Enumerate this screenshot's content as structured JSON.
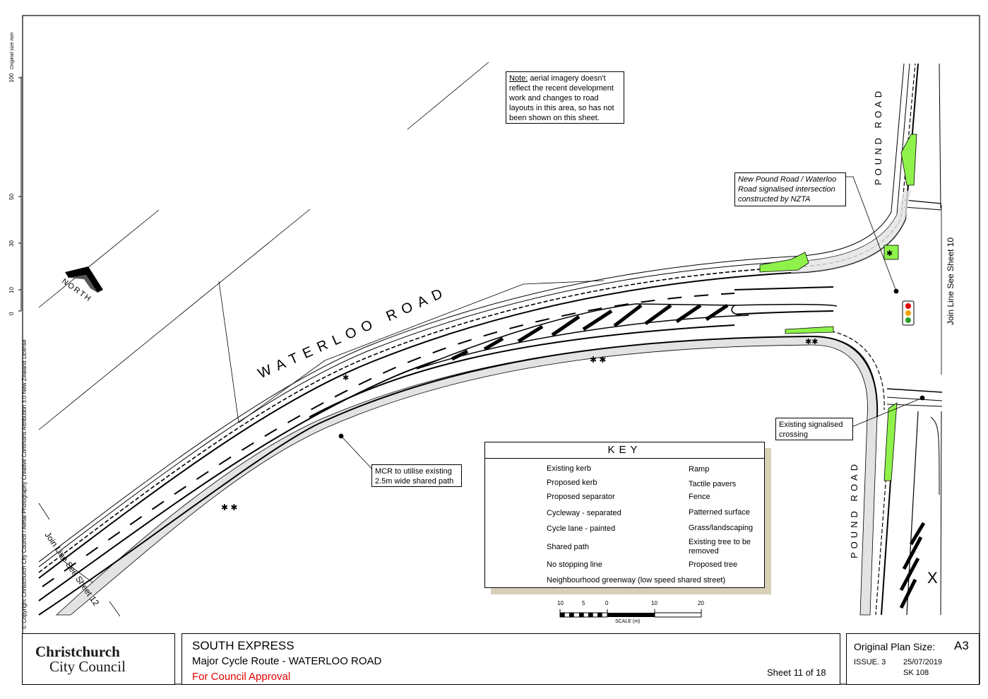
{
  "notes": {
    "aerial_note_prefix": "Note:",
    "aerial_note_body": " aerial imagery doesn't reflect the recent development work and changes to road layouts in this area, so has not been shown on this sheet.",
    "intersection_note": "New Pound Road / Waterloo Road signalised intersection constructed by NZTA",
    "crossing_note": "Existing signalised crossing",
    "shared_path_note": "MCR to utilise existing 2.5m wide shared path"
  },
  "road_labels": {
    "waterloo": "WATERLOO ROAD",
    "pound_upper": "POUND ROAD",
    "pound_lower": "POUND ROAD"
  },
  "north_label": "NORTH",
  "join_lines": {
    "right": "Join Line See Sheet 10",
    "left": "Join Line See Sheet 12"
  },
  "copyright": "© Copyright Christchurch City Council  / Aerial Photography Creative Commons Attribution 3.0 New Zealand License",
  "size_ruler": {
    "label": "Original size mm",
    "ticks": [
      "100",
      "50",
      "30",
      "10",
      "0"
    ]
  },
  "key": {
    "title": "KEY",
    "items_left": [
      "Existing kerb",
      "Proposed kerb",
      "Proposed separator",
      "Cycleway - separated",
      "Cycle lane - painted",
      "Shared path",
      "No stopping line"
    ],
    "items_right": [
      "Ramp",
      "Tactile pavers",
      "Fence",
      "Patterned surface",
      "Grass/landscaping",
      "Existing tree to be removed",
      "Proposed tree"
    ],
    "bottom_item": "Neighbourhood greenway (low speed shared street)"
  },
  "scale_bar": {
    "ticks": [
      "10",
      "5",
      "0",
      "10",
      "20"
    ],
    "label": "SCALE (m)"
  },
  "title_block": {
    "logo_line1": "Christchurch",
    "logo_line2": "City Council",
    "project": "SOUTH EXPRESS",
    "subtitle": "Major Cycle Route - WATERLOO ROAD",
    "status": "For Council Approval",
    "sheet": "Sheet 11 of 18",
    "plan_size_label": "Original Plan Size:",
    "plan_size_value": "A3",
    "issue": "ISSUE. 3",
    "date": "25/07/2019",
    "drawing_no": "SK 108"
  },
  "colors": {
    "grass": "#8ef24a",
    "shared_path": "#e0e0e0",
    "status_red": "#e00000",
    "logo_blue": "#1a7fc1",
    "logo_green": "#39a935"
  }
}
